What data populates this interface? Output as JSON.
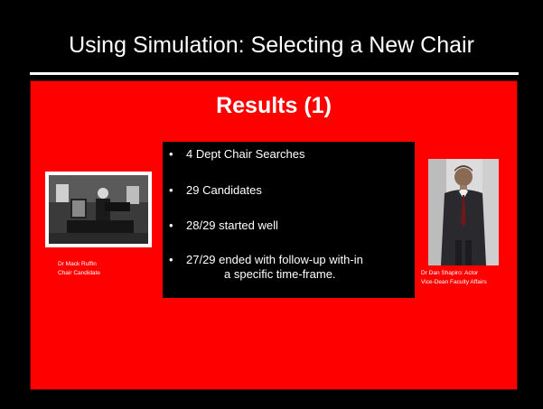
{
  "slide": {
    "title": "Using Simulation: Selecting a New Chair"
  },
  "panel": {
    "heading": "Results (1)",
    "bullets": [
      {
        "line1": "4 Dept Chair Searches",
        "line2": ""
      },
      {
        "line1": "29 Candidates",
        "line2": ""
      },
      {
        "line1": "28/29 started well",
        "line2": ""
      },
      {
        "line1": "27/29 ended with follow-up with-in",
        "line2": "a specific time-frame."
      }
    ],
    "bullet_glyph": "•"
  },
  "left_photo": {
    "caption_line1": "Dr Mack Ruffin",
    "caption_line2": "Chair Candidate"
  },
  "right_photo": {
    "caption_line1": "Dr Dan Shapiro: Actor",
    "caption_line2": "Vice-Dean Faculty Affairs"
  },
  "colors": {
    "background": "#000000",
    "panel": "#ff0000",
    "text": "#ffffff"
  }
}
